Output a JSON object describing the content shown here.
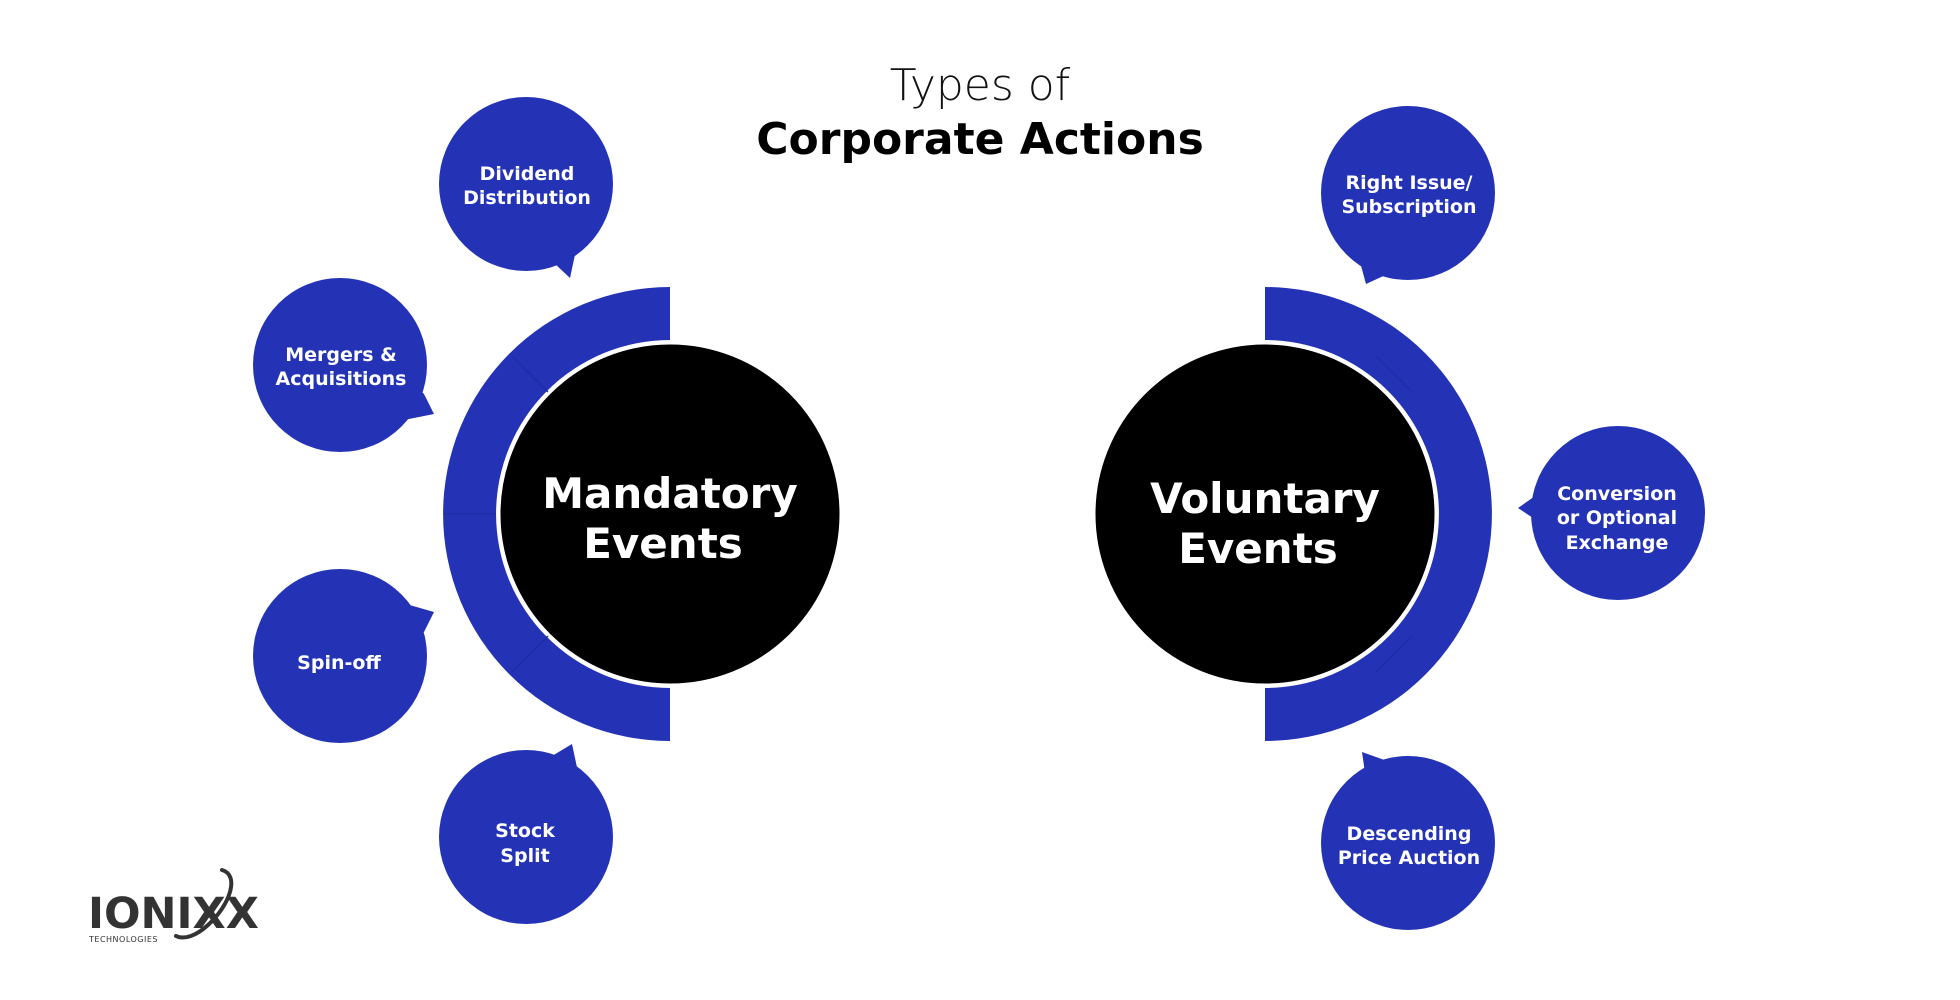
{
  "title": {
    "line1": "Types of",
    "line2": "Corporate Actions"
  },
  "colors": {
    "accent": "#2433b6",
    "center": "#000000",
    "text_on_dark": "#ffffff",
    "logo": "#333333"
  },
  "mandatory": {
    "label_line1": "Mandatory",
    "label_line2": "Events",
    "items": [
      {
        "lines": [
          "Dividend",
          "Distribution"
        ]
      },
      {
        "lines": [
          "Mergers &",
          "Acquisitions"
        ]
      },
      {
        "lines": [
          "Spin-off"
        ]
      },
      {
        "lines": [
          "Stock",
          "Split"
        ]
      }
    ]
  },
  "voluntary": {
    "label_line1": "Voluntary",
    "label_line2": "Events",
    "items": [
      {
        "lines": [
          "Right Issue/",
          "Subscription"
        ]
      },
      {
        "lines": [
          "Conversion",
          "or Optional",
          "Exchange"
        ]
      },
      {
        "lines": [
          "Descending",
          "Price Auction"
        ]
      }
    ]
  },
  "logo": {
    "name": "IONIXX",
    "tagline": "TECHNOLOGIES",
    "icon": "orbit-swoosh-icon"
  }
}
